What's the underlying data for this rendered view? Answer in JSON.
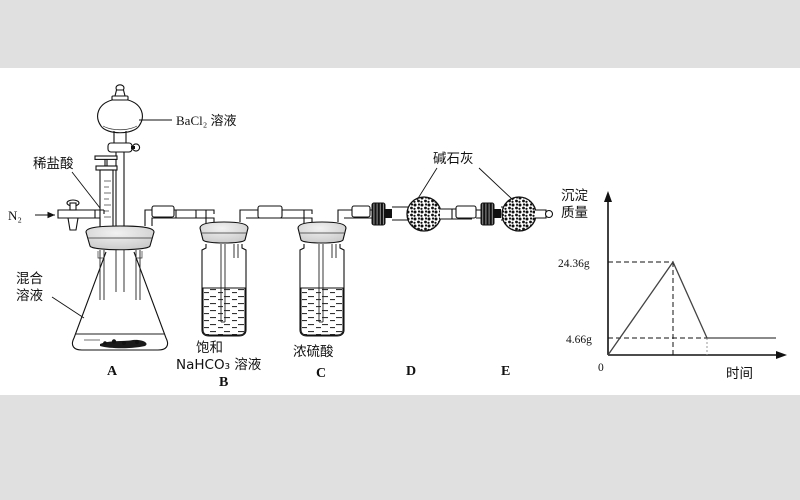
{
  "figure": {
    "background_color": "#e0e0e0",
    "paper_color": "#ffffff",
    "line_color": "#111111"
  },
  "apparatus": {
    "labels": {
      "gas_inlet": "N₂",
      "dilute_hcl": "稀盐酸",
      "bacl2_solution": "BaCl₂ 溶液",
      "mixed_solution_line1": "混合",
      "mixed_solution_line2": "溶液",
      "soda_lime": "碱石灰",
      "saturated_line1": "饱和",
      "saturated_line2": "NaHCO₃ 溶液",
      "concentrated_sulfuric_acid": "浓硫酸"
    },
    "stations": [
      {
        "id": "A",
        "letter": "A",
        "name": "conical-flask",
        "caption": "混合溶液"
      },
      {
        "id": "B",
        "letter": "B",
        "name": "gas-washing-bottle-nahco3",
        "caption": "饱和NaHCO₃溶液"
      },
      {
        "id": "C",
        "letter": "C",
        "name": "gas-washing-bottle-h2so4",
        "caption": "浓硫酸"
      },
      {
        "id": "D",
        "letter": "D",
        "name": "drying-tube-soda-lime-1",
        "caption": "碱石灰"
      },
      {
        "id": "E",
        "letter": "E",
        "name": "drying-tube-soda-lime-2",
        "caption": "碱石灰"
      }
    ]
  },
  "chart_data": {
    "type": "line",
    "title": "",
    "xlabel": "时间",
    "ylabel": "沉淀质量",
    "ylabel_line1": "沉淀",
    "ylabel_line2": "质量",
    "origin_label": "0",
    "y_tick_labels": [
      "24.36g",
      "4.66g"
    ],
    "y_values": [
      24.36,
      4.66
    ],
    "y_units": "g",
    "grid": false,
    "legend": "none",
    "series": [
      {
        "name": "沉淀质量",
        "x": [
          0,
          3.2,
          5.2,
          9.0
        ],
        "values": [
          0,
          24.36,
          4.66,
          4.66
        ]
      }
    ],
    "annotations": [
      {
        "text": "24.36g",
        "type": "y-gridline-dashed",
        "value": 24.36
      },
      {
        "text": "4.66g",
        "type": "y-gridline-dashed",
        "value": 4.66
      }
    ]
  }
}
